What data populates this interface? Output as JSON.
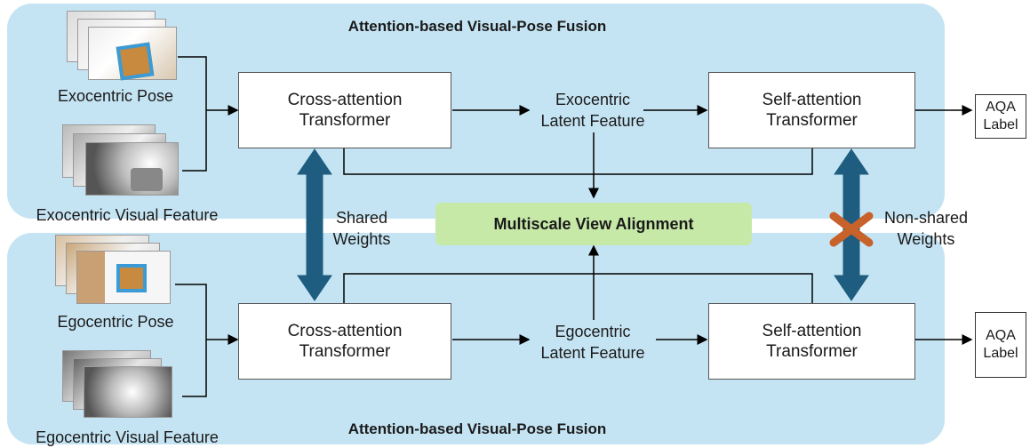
{
  "exo_panel": {
    "title": "Attention-based Visual-Pose Fusion",
    "pose_label": "Exocentric Pose",
    "visual_label": "Exocentric Visual Feature",
    "cross_box": "Cross-attention\nTransformer",
    "latent_label": "Exocentric\nLatent Feature",
    "self_box": "Self-attention\nTransformer",
    "aqa": "AQA\nLabel"
  },
  "ego_panel": {
    "title": "Attention-based Visual-Pose Fusion",
    "pose_label": "Egocentric Pose",
    "visual_label": "Egocentric Visual Feature",
    "cross_box": "Cross-attention\nTransformer",
    "latent_label": "Egocentric\nLatent Feature",
    "self_box": "Self-attention\nTransformer",
    "aqa": "AQA\nLabel"
  },
  "center": {
    "alignment": "Multiscale View Alignment",
    "shared": "Shared\nWeights",
    "non_shared": "Non-shared\nWeights"
  },
  "colors": {
    "panel": "#c5e4f3",
    "alignment": "#c6e9a8",
    "double_arrow": "#1e5d80",
    "cross_mark": "#c8622b"
  }
}
